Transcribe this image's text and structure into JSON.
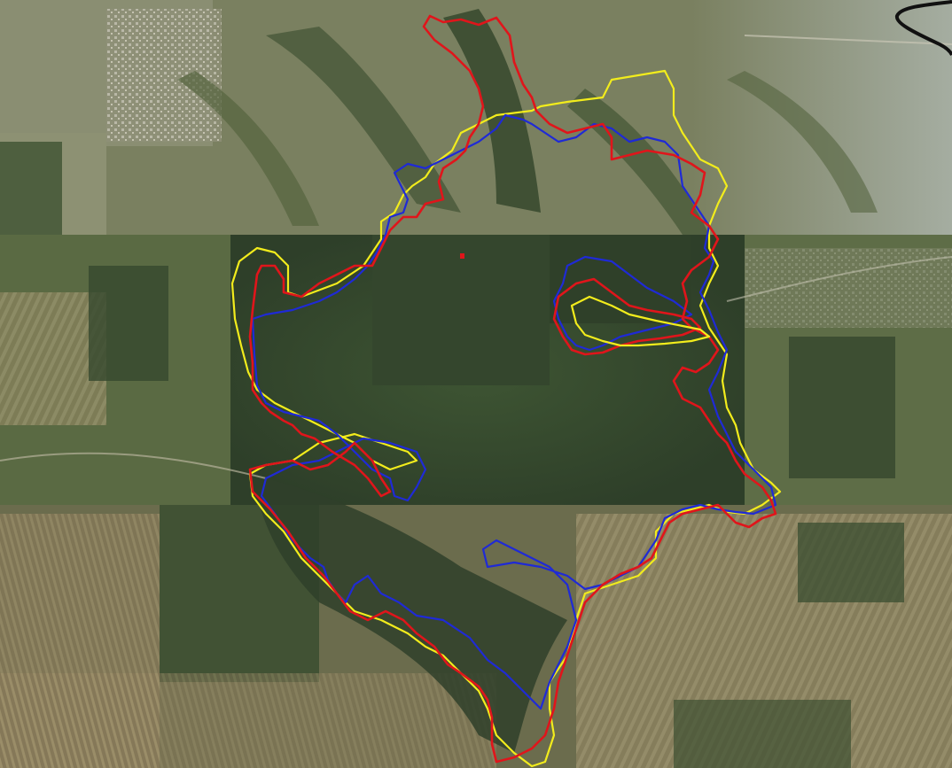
{
  "map": {
    "imagery": "satellite",
    "colors": {
      "base": "#5f6a45",
      "dark_forest": "#2f3d2a",
      "forest": "#3f5232",
      "field_light": "#a8a47c",
      "field_brown": "#8f7e5e",
      "urban": "#b9b6a8",
      "haze": "#c8d2d6",
      "border_black": "#111111"
    },
    "boundaries": [
      {
        "name": "red-boundary",
        "color": "#e0151b"
      },
      {
        "name": "yellow-boundary",
        "color": "#f2ec1c"
      },
      {
        "name": "blue-boundary",
        "color": "#1f2ad6"
      }
    ]
  }
}
